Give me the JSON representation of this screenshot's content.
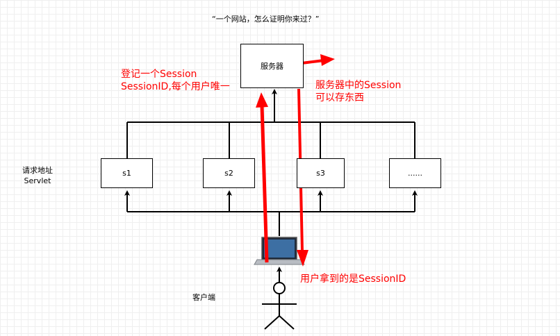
{
  "title": "“一个网站，怎么证明你来过？”",
  "server_label": "服务器",
  "servlets": [
    "s1",
    "s2",
    "s3",
    "......"
  ],
  "servlet_side_label": [
    "请求地址",
    "Servlet"
  ],
  "client_label": "客户端",
  "annotations": {
    "register": [
      "登记一个Session",
      "SessionID,每个用户唯一"
    ],
    "server_store": [
      "服务器中的Session",
      "可以存东西"
    ],
    "user_gets": "用户拿到的是SessionID"
  },
  "colors": {
    "annotation": "#ff0000",
    "stroke": "#000000"
  },
  "icons": [
    "laptop-icon",
    "person-icon"
  ]
}
